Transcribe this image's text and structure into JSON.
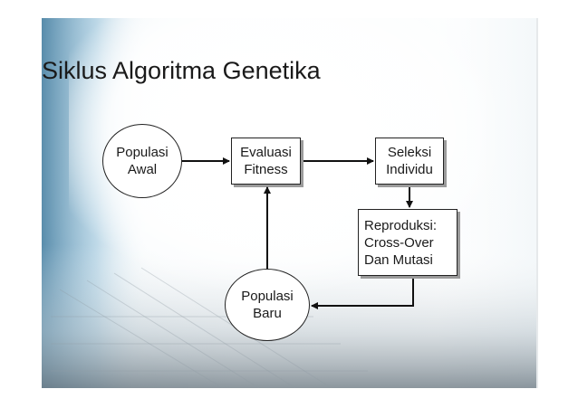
{
  "slide": {
    "title": "Siklus Algoritma Genetika"
  },
  "nodes": {
    "populasi_awal": {
      "line1": "Populasi",
      "line2": "Awal"
    },
    "evaluasi_fitness": {
      "line1": "Evaluasi",
      "line2": "Fitness"
    },
    "seleksi_individu": {
      "line1": "Seleksi",
      "line2": "Individu"
    },
    "reproduksi": {
      "line1": "Reproduksi:",
      "line2": "Cross-Over",
      "line3": "Dan Mutasi"
    },
    "populasi_baru": {
      "line1": "Populasi",
      "line2": "Baru"
    }
  },
  "colors": {
    "text": "#1a1a1a",
    "border": "#222222",
    "shadow": "#9b9b9b",
    "slide_tint": "#cfe0ea"
  }
}
